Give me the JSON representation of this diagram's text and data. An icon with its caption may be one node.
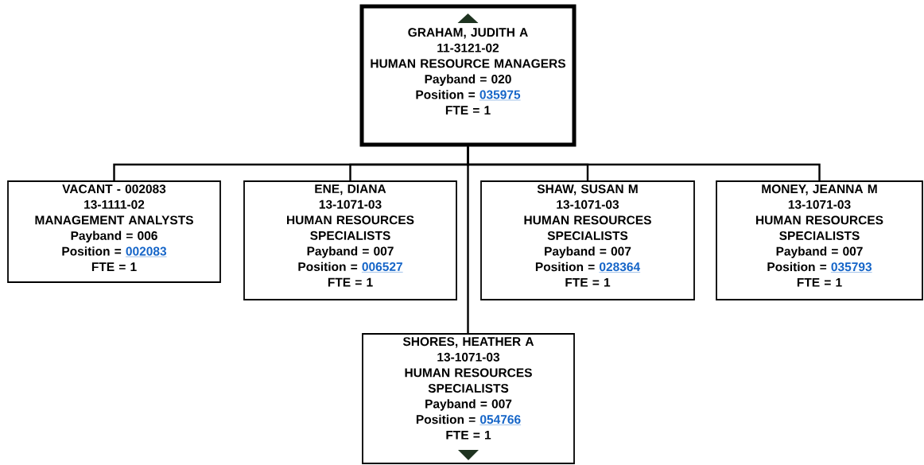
{
  "diagram": {
    "nodes": [
      {
        "text": [
          "GRAHAM, JUDITH A",
          "11-3121-02",
          "HUMAN RESOURCE MANAGERS",
          "Payband = 020",
          "Position =",
          "035975",
          "FTE = 1"
        ]
      },
      {
        "text": [
          "VACANT - 002083",
          "13-1111-02",
          "MANAGEMENT ANALYSTS",
          "Payband = 006",
          "Position =",
          "002083",
          "FTE = 1"
        ]
      },
      {
        "text": [
          "ENE, DIANA",
          "13-1071-03",
          "HUMAN RESOURCES SPECIALISTS",
          "Payband = 007",
          "Position =",
          "006527",
          "FTE = 1"
        ]
      },
      {
        "text": [
          "SHAW, SUSAN M",
          "13-1071-03",
          "HUMAN RESOURCES SPECIALISTS",
          "Payband = 007",
          "Position =",
          "028364",
          "FTE = 1"
        ]
      },
      {
        "text": [
          "MONEY, JEANNA M",
          "13-1071-03",
          "HUMAN RESOURCES SPECIALISTS",
          "Payband = 007",
          "Position =",
          "035793",
          "FTE = 1"
        ]
      },
      {
        "text": [
          "SHORES, HEATHER A",
          "13-1071-03",
          "HUMAN RESOURCES SPECIALISTS",
          "Payband = 007",
          "Position =",
          "054766",
          "FTE = 1"
        ]
      }
    ],
    "edges": [
      {
        "from": 0,
        "to": 1,
        "arrow": "none"
      },
      {
        "from": 0,
        "to": 2,
        "arrow": "none"
      },
      {
        "from": 0,
        "to": 3,
        "arrow": "none"
      },
      {
        "from": 0,
        "to": 4,
        "arrow": "none"
      },
      {
        "from": 0,
        "to": 5,
        "arrow": "none"
      }
    ]
  }
}
